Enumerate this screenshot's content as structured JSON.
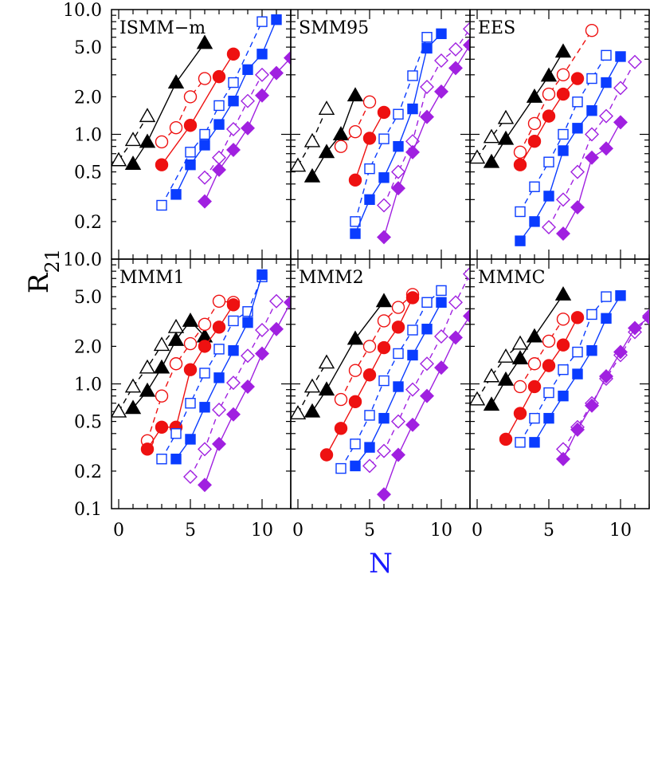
{
  "chart_data": {
    "type": "scatter",
    "y_scale": "log",
    "grid": false,
    "legend": "none",
    "xlabel": "N",
    "ylabel": "R",
    "ylabel_subscript": "21",
    "xlim": [
      -0.5,
      12
    ],
    "ylim": [
      0.1,
      10
    ],
    "x_ticks": [
      0,
      5,
      10
    ],
    "y_ticks_top": [
      "10.0",
      "5.0",
      "2.0",
      "1.0",
      "0.5",
      "0.2"
    ],
    "y_ticks_bottom": [
      "10.0",
      "5.0",
      "2.0",
      "1.0",
      "0.5",
      "0.2",
      "0.1"
    ],
    "colors": {
      "black": "#000000",
      "red": "#ee1111",
      "blue": "#0a3cff",
      "purple": "#a020e0",
      "xlabel_color": "#1a1aff"
    },
    "panels": [
      {
        "title": "ISMM−m",
        "series": [
          {
            "color": "black",
            "marker": "triangle",
            "filled": false,
            "x": [
              0,
              1,
              2
            ],
            "y": [
              0.62,
              0.9,
              1.4
            ]
          },
          {
            "color": "black",
            "marker": "triangle",
            "filled": true,
            "x": [
              1,
              2,
              4,
              6
            ],
            "y": [
              0.58,
              0.87,
              2.6,
              5.4
            ]
          },
          {
            "color": "red",
            "marker": "circle",
            "filled": false,
            "x": [
              3,
              4,
              5,
              6
            ],
            "y": [
              0.87,
              1.13,
              2.0,
              2.8
            ]
          },
          {
            "color": "red",
            "marker": "circle",
            "filled": true,
            "x": [
              3,
              5,
              7,
              8
            ],
            "y": [
              0.57,
              1.18,
              2.9,
              4.4
            ]
          },
          {
            "color": "blue",
            "marker": "square",
            "filled": false,
            "x": [
              3,
              5,
              6,
              7,
              8,
              10
            ],
            "y": [
              0.27,
              0.72,
              1.0,
              1.7,
              2.6,
              8.0
            ]
          },
          {
            "color": "blue",
            "marker": "square",
            "filled": true,
            "x": [
              4,
              5,
              6,
              7,
              8,
              9,
              10,
              11
            ],
            "y": [
              0.33,
              0.57,
              0.82,
              1.2,
              1.85,
              3.3,
              4.4,
              8.3
            ]
          },
          {
            "color": "purple",
            "marker": "diamond",
            "filled": false,
            "x": [
              6,
              7,
              8,
              9,
              10
            ],
            "y": [
              0.45,
              0.65,
              1.1,
              1.85,
              3.0
            ]
          },
          {
            "color": "purple",
            "marker": "diamond",
            "filled": true,
            "x": [
              6,
              7,
              8,
              9,
              10,
              11,
              12
            ],
            "y": [
              0.29,
              0.52,
              0.75,
              1.12,
              2.05,
              3.1,
              4.1
            ]
          }
        ]
      },
      {
        "title": "SMM95",
        "series": [
          {
            "color": "black",
            "marker": "triangle",
            "filled": false,
            "x": [
              0,
              1,
              2
            ],
            "y": [
              0.56,
              0.88,
              1.6
            ]
          },
          {
            "color": "black",
            "marker": "triangle",
            "filled": true,
            "x": [
              1,
              2,
              3,
              4
            ],
            "y": [
              0.46,
              0.72,
              1.0,
              2.05
            ]
          },
          {
            "color": "red",
            "marker": "circle",
            "filled": false,
            "x": [
              3,
              4,
              5
            ],
            "y": [
              0.8,
              1.05,
              1.82
            ]
          },
          {
            "color": "red",
            "marker": "circle",
            "filled": true,
            "x": [
              4,
              5,
              6
            ],
            "y": [
              0.43,
              0.93,
              1.5
            ]
          },
          {
            "color": "blue",
            "marker": "square",
            "filled": false,
            "x": [
              4,
              5,
              6,
              7,
              8,
              9
            ],
            "y": [
              0.2,
              0.53,
              0.92,
              1.45,
              2.95,
              6.0
            ]
          },
          {
            "color": "blue",
            "marker": "square",
            "filled": true,
            "x": [
              4,
              5,
              6,
              7,
              8,
              9,
              10
            ],
            "y": [
              0.16,
              0.3,
              0.45,
              0.8,
              1.6,
              4.9,
              6.4
            ]
          },
          {
            "color": "purple",
            "marker": "diamond",
            "filled": false,
            "x": [
              6,
              7,
              8,
              9,
              10,
              11,
              12
            ],
            "y": [
              0.27,
              0.5,
              0.88,
              2.4,
              3.9,
              4.8,
              7.0
            ]
          },
          {
            "color": "purple",
            "marker": "diamond",
            "filled": true,
            "x": [
              6,
              7,
              8,
              9,
              10,
              11,
              12
            ],
            "y": [
              0.15,
              0.37,
              0.72,
              1.38,
              2.2,
              3.4,
              5.2
            ]
          }
        ]
      },
      {
        "title": "EES",
        "series": [
          {
            "color": "black",
            "marker": "triangle",
            "filled": false,
            "x": [
              0,
              1,
              2
            ],
            "y": [
              0.65,
              0.95,
              1.35
            ]
          },
          {
            "color": "black",
            "marker": "triangle",
            "filled": true,
            "x": [
              1,
              2,
              4,
              5,
              6
            ],
            "y": [
              0.6,
              0.92,
              2.0,
              2.95,
              4.6
            ]
          },
          {
            "color": "red",
            "marker": "circle",
            "filled": false,
            "x": [
              3,
              4,
              5,
              6,
              8
            ],
            "y": [
              0.72,
              1.22,
              2.1,
              3.0,
              6.8
            ]
          },
          {
            "color": "red",
            "marker": "circle",
            "filled": true,
            "x": [
              3,
              4,
              5,
              6,
              7
            ],
            "y": [
              0.57,
              0.88,
              1.4,
              2.1,
              2.8
            ]
          },
          {
            "color": "blue",
            "marker": "square",
            "filled": false,
            "x": [
              3,
              4,
              5,
              6,
              7,
              8,
              9
            ],
            "y": [
              0.24,
              0.38,
              0.6,
              1.0,
              1.82,
              2.8,
              4.3
            ]
          },
          {
            "color": "blue",
            "marker": "square",
            "filled": true,
            "x": [
              3,
              4,
              5,
              6,
              7,
              8,
              9,
              10
            ],
            "y": [
              0.14,
              0.2,
              0.32,
              0.74,
              1.12,
              1.55,
              2.6,
              4.2
            ]
          },
          {
            "color": "purple",
            "marker": "diamond",
            "filled": false,
            "x": [
              5,
              6,
              7,
              8,
              9,
              10,
              11
            ],
            "y": [
              0.18,
              0.3,
              0.5,
              1.0,
              1.4,
              2.35,
              3.8
            ]
          },
          {
            "color": "purple",
            "marker": "diamond",
            "filled": true,
            "x": [
              6,
              7,
              8,
              9,
              10
            ],
            "y": [
              0.16,
              0.26,
              0.65,
              0.77,
              1.25
            ]
          }
        ]
      },
      {
        "title": "MMM1",
        "series": [
          {
            "color": "black",
            "marker": "triangle",
            "filled": false,
            "x": [
              0,
              1,
              2,
              3,
              4
            ],
            "y": [
              0.6,
              0.95,
              1.35,
              2.05,
              2.85
            ]
          },
          {
            "color": "black",
            "marker": "triangle",
            "filled": true,
            "x": [
              1,
              2,
              3,
              4,
              5,
              6
            ],
            "y": [
              0.64,
              0.88,
              1.35,
              2.25,
              3.2,
              2.4
            ]
          },
          {
            "color": "red",
            "marker": "circle",
            "filled": false,
            "x": [
              2,
              3,
              4,
              5,
              6,
              7,
              8
            ],
            "y": [
              0.35,
              0.8,
              1.45,
              2.1,
              3.0,
              4.6,
              4.5
            ]
          },
          {
            "color": "red",
            "marker": "circle",
            "filled": true,
            "x": [
              2,
              3,
              4,
              5,
              6,
              7,
              8
            ],
            "y": [
              0.3,
              0.45,
              0.45,
              1.3,
              2.0,
              2.85,
              4.3
            ]
          },
          {
            "color": "blue",
            "marker": "square",
            "filled": false,
            "x": [
              3,
              4,
              5,
              6,
              7,
              8,
              9,
              10
            ],
            "y": [
              0.25,
              0.4,
              0.7,
              1.22,
              1.9,
              3.2,
              3.8,
              7.2
            ]
          },
          {
            "color": "blue",
            "marker": "square",
            "filled": true,
            "x": [
              4,
              5,
              6,
              7,
              8,
              9,
              10
            ],
            "y": [
              0.25,
              0.36,
              0.65,
              1.12,
              1.85,
              3.1,
              7.5
            ]
          },
          {
            "color": "purple",
            "marker": "diamond",
            "filled": false,
            "x": [
              5,
              6,
              7,
              8,
              9,
              10,
              11
            ],
            "y": [
              0.18,
              0.3,
              0.62,
              1.02,
              1.68,
              2.7,
              4.6
            ]
          },
          {
            "color": "purple",
            "marker": "diamond",
            "filled": true,
            "x": [
              6,
              7,
              8,
              9,
              10,
              11,
              12
            ],
            "y": [
              0.155,
              0.33,
              0.57,
              0.95,
              1.75,
              2.75,
              4.5
            ]
          }
        ]
      },
      {
        "title": "MMM2",
        "series": [
          {
            "color": "black",
            "marker": "triangle",
            "filled": false,
            "x": [
              0,
              1,
              2
            ],
            "y": [
              0.58,
              0.95,
              1.48
            ]
          },
          {
            "color": "black",
            "marker": "triangle",
            "filled": true,
            "x": [
              1,
              2,
              4,
              6
            ],
            "y": [
              0.6,
              0.9,
              2.3,
              4.6
            ]
          },
          {
            "color": "red",
            "marker": "circle",
            "filled": false,
            "x": [
              3,
              4,
              5,
              6,
              7,
              8
            ],
            "y": [
              0.75,
              1.28,
              2.0,
              3.2,
              4.1,
              5.2
            ]
          },
          {
            "color": "red",
            "marker": "circle",
            "filled": true,
            "x": [
              2,
              3,
              4,
              5,
              6,
              7,
              8
            ],
            "y": [
              0.27,
              0.44,
              0.72,
              1.18,
              1.95,
              2.85,
              4.9
            ]
          },
          {
            "color": "blue",
            "marker": "square",
            "filled": false,
            "x": [
              3,
              4,
              5,
              6,
              7,
              8,
              9,
              10
            ],
            "y": [
              0.21,
              0.33,
              0.56,
              1.06,
              1.75,
              2.7,
              4.5,
              5.6
            ]
          },
          {
            "color": "blue",
            "marker": "square",
            "filled": true,
            "x": [
              4,
              5,
              6,
              7,
              8,
              9,
              10
            ],
            "y": [
              0.22,
              0.31,
              0.53,
              0.95,
              1.7,
              2.75,
              4.5
            ]
          },
          {
            "color": "purple",
            "marker": "diamond",
            "filled": false,
            "x": [
              5,
              6,
              7,
              8,
              9,
              10,
              11,
              12
            ],
            "y": [
              0.22,
              0.29,
              0.5,
              0.9,
              1.45,
              2.4,
              4.5,
              7.6
            ]
          },
          {
            "color": "purple",
            "marker": "diamond",
            "filled": true,
            "x": [
              6,
              7,
              8,
              9,
              10,
              11,
              12
            ],
            "y": [
              0.13,
              0.27,
              0.47,
              0.8,
              1.35,
              2.35,
              3.5
            ]
          }
        ]
      },
      {
        "title": "MMMC",
        "series": [
          {
            "color": "black",
            "marker": "triangle",
            "filled": false,
            "x": [
              0,
              1,
              2,
              3
            ],
            "y": [
              0.75,
              1.15,
              1.65,
              2.1
            ]
          },
          {
            "color": "black",
            "marker": "triangle",
            "filled": true,
            "x": [
              1,
              2,
              3,
              4,
              6
            ],
            "y": [
              0.68,
              1.08,
              1.6,
              2.4,
              5.2
            ]
          },
          {
            "color": "red",
            "marker": "circle",
            "filled": false,
            "x": [
              3,
              4,
              5,
              6
            ],
            "y": [
              0.95,
              1.45,
              2.2,
              3.3
            ]
          },
          {
            "color": "red",
            "marker": "circle",
            "filled": true,
            "x": [
              2,
              3,
              4,
              5,
              6,
              7
            ],
            "y": [
              0.36,
              0.58,
              0.95,
              1.4,
              2.05,
              3.4
            ]
          },
          {
            "color": "blue",
            "marker": "square",
            "filled": false,
            "x": [
              3,
              4,
              5,
              6,
              7,
              8,
              9
            ],
            "y": [
              0.34,
              0.53,
              0.85,
              1.3,
              1.8,
              3.6,
              5.0
            ]
          },
          {
            "color": "blue",
            "marker": "square",
            "filled": true,
            "x": [
              4,
              5,
              6,
              7,
              8,
              9,
              10
            ],
            "y": [
              0.34,
              0.53,
              0.8,
              1.2,
              1.85,
              3.35,
              5.1
            ]
          },
          {
            "color": "purple",
            "marker": "diamond",
            "filled": false,
            "x": [
              6,
              7,
              8,
              9,
              10,
              11,
              12
            ],
            "y": [
              0.3,
              0.45,
              0.7,
              1.1,
              1.7,
              2.6,
              3.5
            ]
          },
          {
            "color": "purple",
            "marker": "diamond",
            "filled": true,
            "x": [
              6,
              7,
              8,
              9,
              10,
              11,
              12
            ],
            "y": [
              0.25,
              0.43,
              0.67,
              1.15,
              1.8,
              2.8,
              3.4
            ]
          }
        ]
      }
    ]
  }
}
